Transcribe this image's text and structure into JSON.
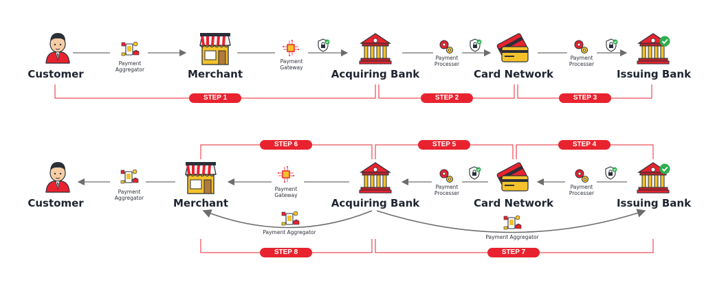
{
  "nodes": {
    "customer": "Customer",
    "merchant": "Merchant",
    "acquiring_bank": "Acquiring Bank",
    "card_network": "Card Network",
    "issuing_bank": "Issuing Bank"
  },
  "intermediaries": {
    "payment_aggregator_two_line": [
      "Payment",
      "Aggregator"
    ],
    "payment_gateway": [
      "Payment",
      "Gateway"
    ],
    "payment_processer": [
      "Payment",
      "Processer"
    ],
    "payment_aggregator_one_line": "Payment Aggregator"
  },
  "steps": [
    "STEP 1",
    "STEP 2",
    "STEP 3",
    "STEP 4",
    "STEP 5",
    "STEP 6",
    "STEP 7",
    "STEP 8"
  ],
  "colors": {
    "accent_red": "#e8232f",
    "arrow_gray": "#6d6d6d",
    "text_dark": "#1f2530",
    "bank_red": "#b5252b",
    "check_green": "#2fae4e",
    "card_yellow": "#f4c22b"
  },
  "icons": [
    "person-icon",
    "storefront-icon",
    "bank-icon",
    "credit-card-icon",
    "shield-lock-icon",
    "gears-icon",
    "gateway-chip-icon",
    "aggregator-icon",
    "check-badge-icon"
  ]
}
